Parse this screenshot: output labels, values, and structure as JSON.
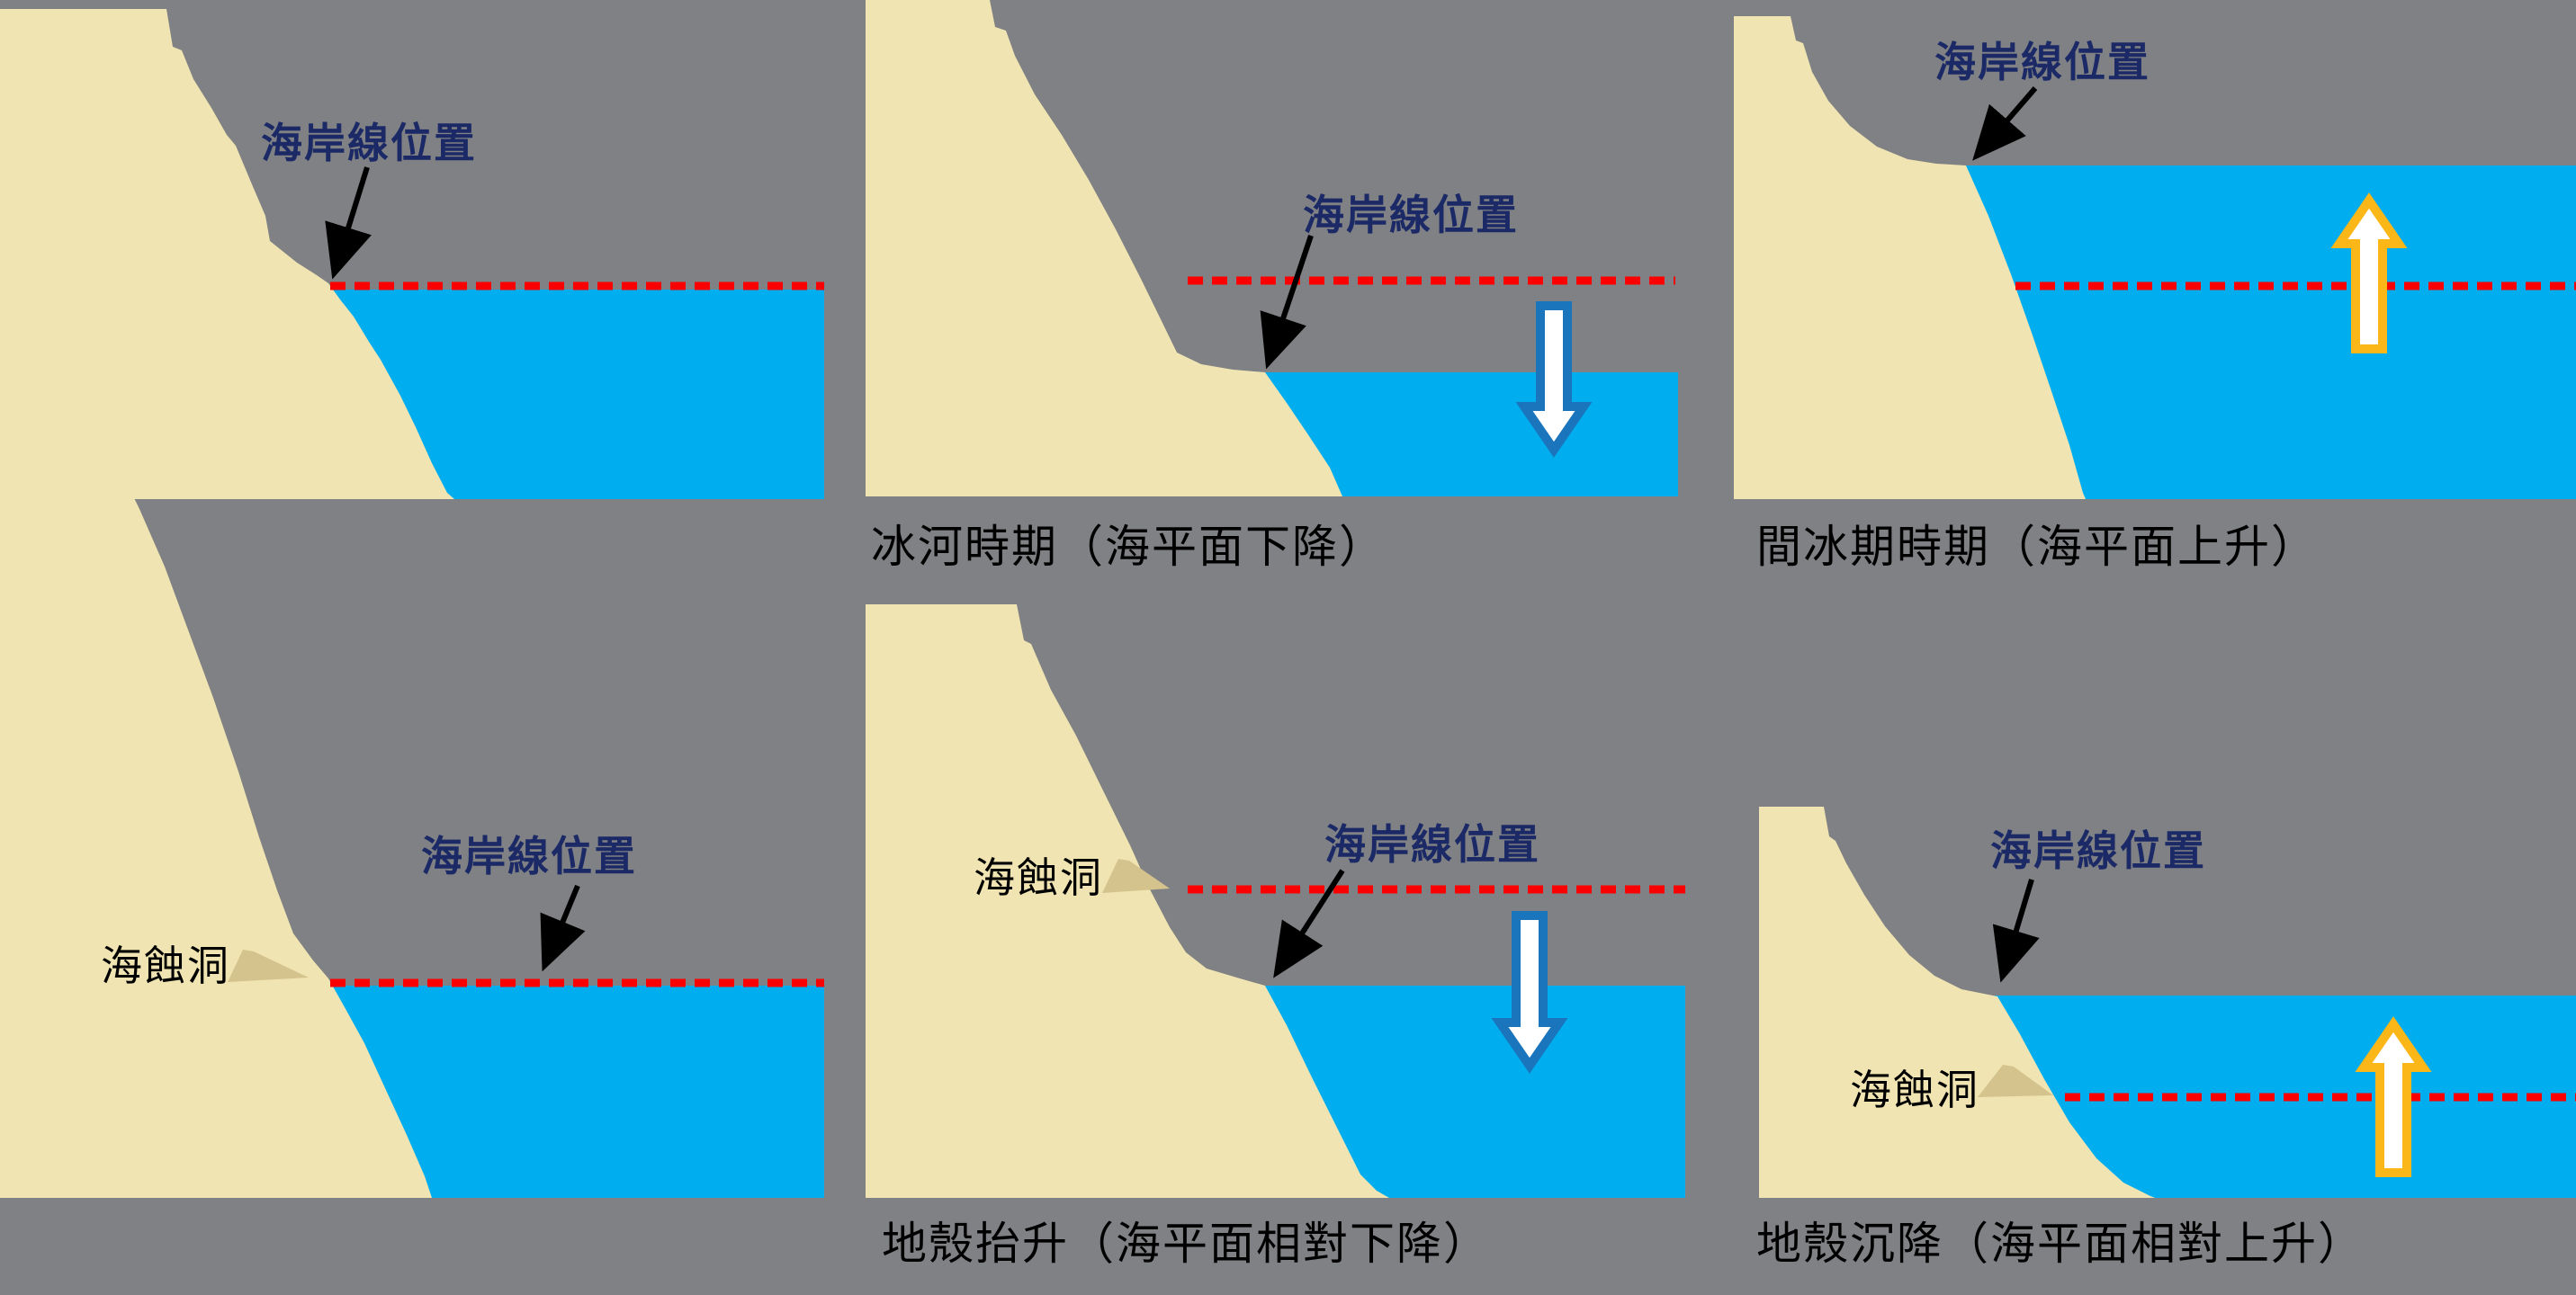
{
  "diagram": {
    "type": "coastline sea-level change schematic, 2x3 panels"
  },
  "colors": {
    "background": "#808184",
    "land": "#F0E5B2",
    "sea_cave": "#D5C38D",
    "water": "#00AEEF",
    "shoreline_red": "#FA0000",
    "label_navy": "#1B2A66",
    "caption_black": "#000000",
    "arrow_down_border": "#1B75BC",
    "arrow_up_border": "#FBB718",
    "arrow_fill": "#FFFFFF",
    "annotation_arrow": "#000000"
  },
  "panels": {
    "p1": {
      "shoreline_label": "海岸線位置",
      "caption": ""
    },
    "p2": {
      "shoreline_label": "海岸線位置",
      "caption": "冰河時期（海平面下降）"
    },
    "p3": {
      "shoreline_label": "海岸線位置",
      "caption": "間冰期時期（海平面上升）"
    },
    "p4": {
      "shoreline_label": "海岸線位置",
      "sea_cave_label": "海蝕洞",
      "caption": ""
    },
    "p5": {
      "shoreline_label": "海岸線位置",
      "sea_cave_label": "海蝕洞",
      "caption": "地殼抬升（海平面相對下降）"
    },
    "p6": {
      "shoreline_label": "海岸線位置",
      "sea_cave_label": "海蝕洞",
      "caption": "地殼沉降（海平面相對上升）"
    }
  }
}
